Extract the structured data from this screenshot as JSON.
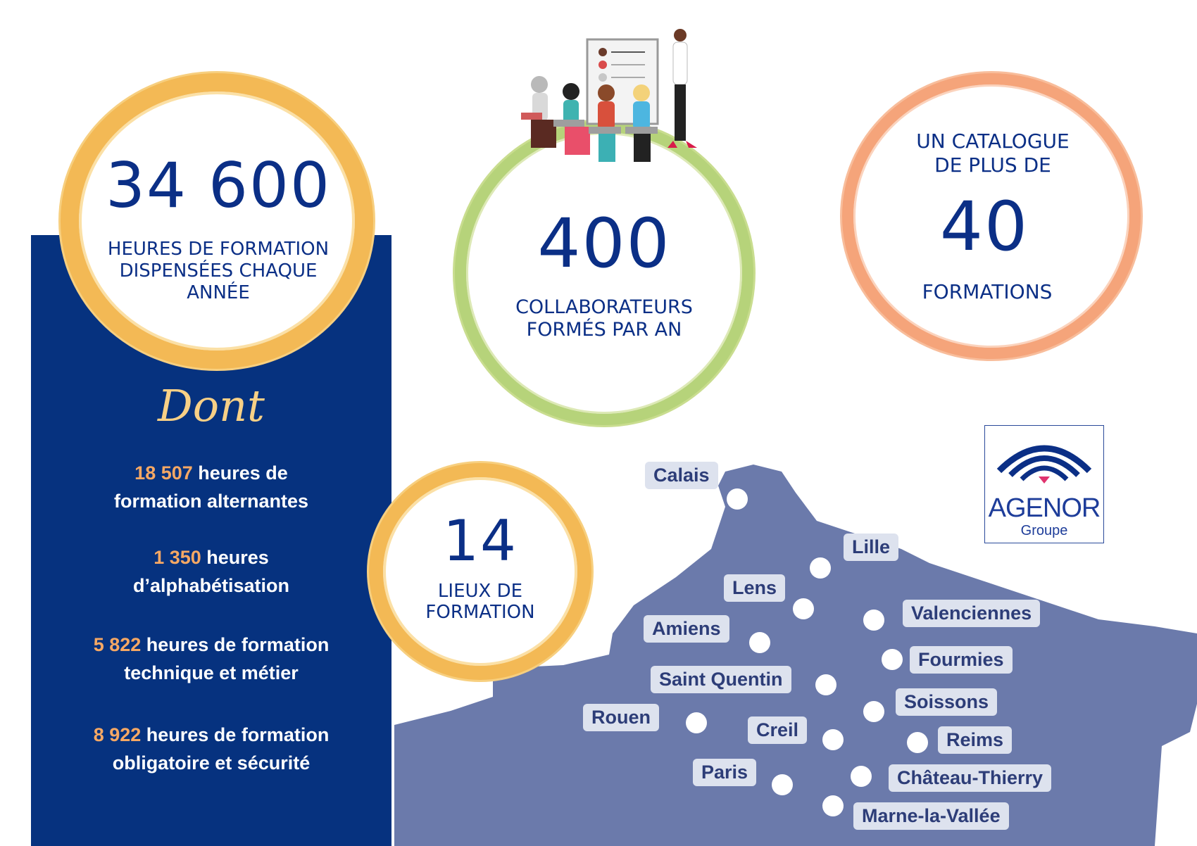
{
  "stats_circles": {
    "hours": {
      "number": "34 600",
      "caption": [
        "HEURES DE FORMATION",
        "DISPENSÉES CHAQUE",
        "ANNÉE"
      ]
    },
    "employees": {
      "number": "400",
      "caption": [
        "COLLABORATEURS",
        "FORMÉS PAR AN"
      ]
    },
    "catalogue": {
      "top": [
        "UN CATALOGUE",
        "DE PLUS DE"
      ],
      "number": "40",
      "bottom": "FORMATIONS"
    },
    "places": {
      "number": "14",
      "caption": [
        "LIEUX DE",
        "FORMATION"
      ]
    }
  },
  "dont_label": "Dont",
  "breakdown": [
    {
      "value": "18 507",
      "text1": " heures de",
      "text2": "formation alternantes"
    },
    {
      "value": "1 350",
      "text1": " heures",
      "text2": "d’alphabétisation"
    },
    {
      "value": "5 822",
      "text1": " heures de formation",
      "text2": "technique et métier"
    },
    {
      "value": "8 922",
      "text1": " heures de formation",
      "text2": "obligatoire et sécurité"
    }
  ],
  "cities": [
    "Calais",
    "Lille",
    "Lens",
    "Valenciennes",
    "Amiens",
    "Fourmies",
    "Saint Quentin",
    "Soissons",
    "Rouen",
    "Creil",
    "Reims",
    "Paris",
    "Château-Thierry",
    "Marne-la-Vallée"
  ],
  "logo": {
    "name": "AGENOR",
    "sub": "Groupe"
  },
  "colors": {
    "navy": "#06327f",
    "gold": "#f3b955",
    "green": "#b6d37a",
    "orange": "#f5a47a",
    "map": "#6b7aab",
    "highlight": "#f6a864"
  },
  "illustration": "classroom-training-icon"
}
